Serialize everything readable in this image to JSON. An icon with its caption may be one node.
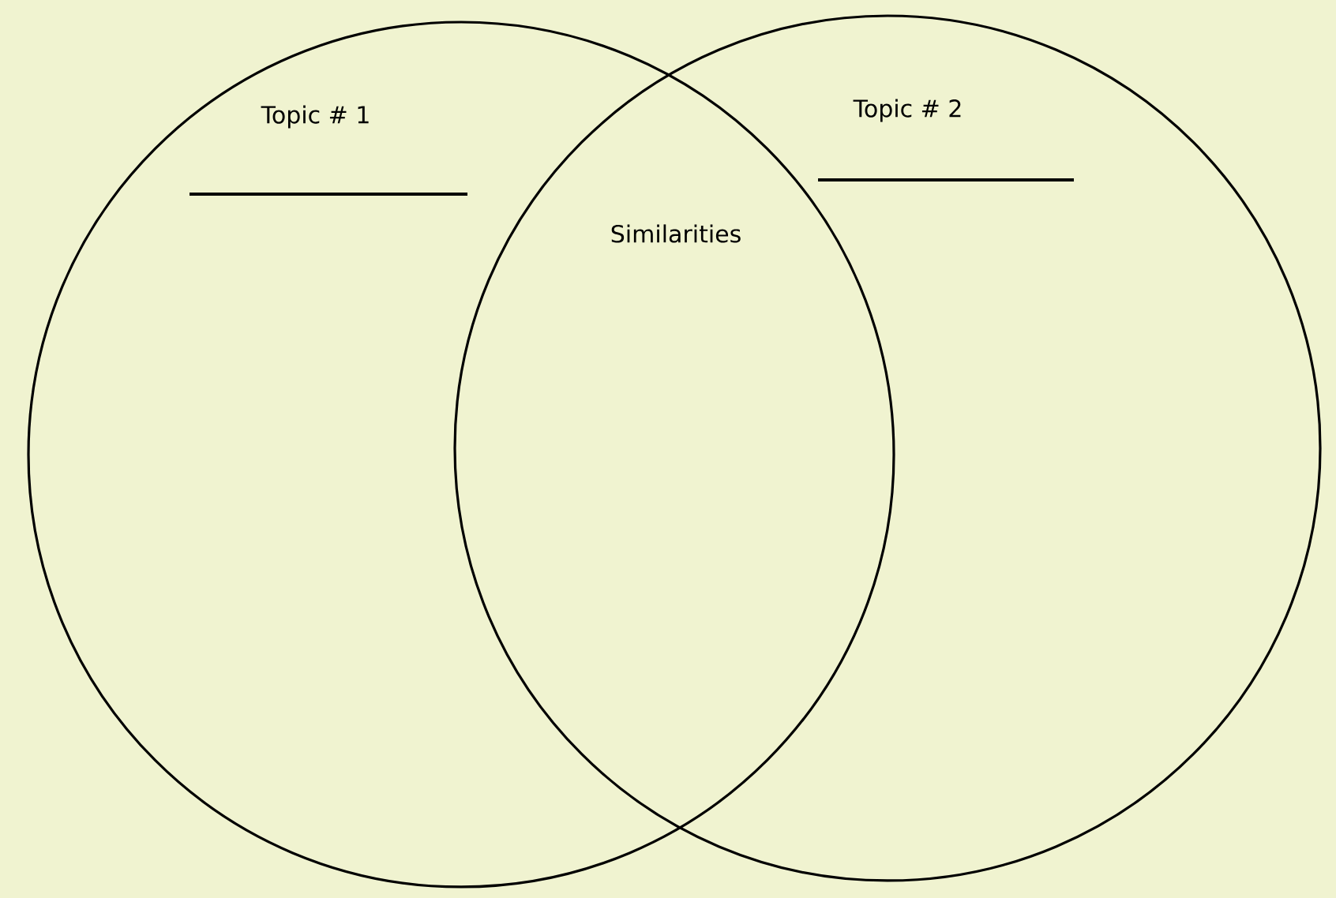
{
  "diagram": {
    "nodes": [
      {
        "text": [
          "Topic # 1"
        ]
      },
      {
        "text": [
          "Topic # 2"
        ]
      }
    ],
    "labels": [
      "Similarities"
    ]
  }
}
